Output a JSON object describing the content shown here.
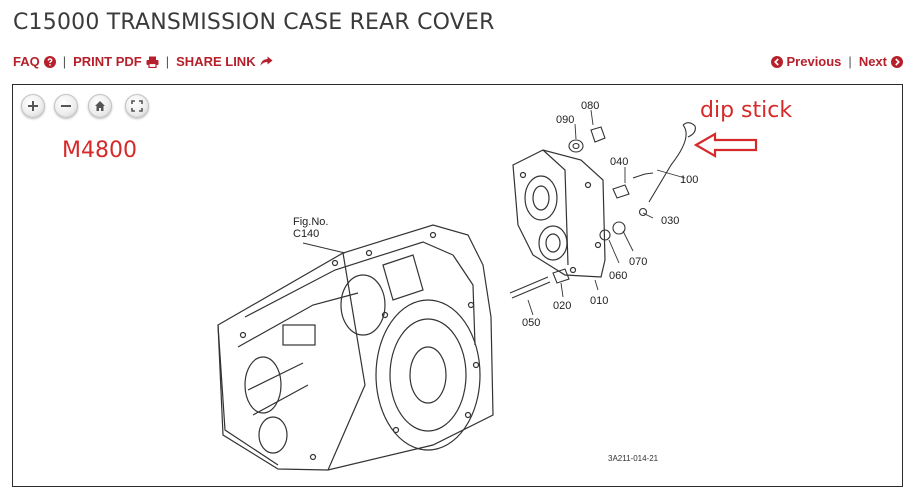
{
  "page": {
    "title": "C15000 TRANSMISSION CASE REAR COVER"
  },
  "toolbar": {
    "faq_label": "FAQ",
    "print_label": "PRINT PDF",
    "share_label": "SHARE LINK",
    "separator": "|",
    "previous_label": "Previous",
    "next_label": "Next"
  },
  "viewer": {
    "zoom_controls": [
      {
        "name": "zoom-in-button",
        "icon": "plus-icon"
      },
      {
        "name": "zoom-out-button",
        "icon": "minus-icon"
      },
      {
        "name": "home-button",
        "icon": "home-icon"
      },
      {
        "name": "fullscreen-button",
        "icon": "fullscreen-icon"
      }
    ],
    "annotation_model": "M4800",
    "annotation_dipstick": "dip stick"
  },
  "diagram": {
    "fig_no_label": "Fig.No.",
    "fig_no_value": "C140",
    "drawing_code": "3A211-014-21",
    "parts": [
      "080",
      "090",
      "040",
      "100",
      "030",
      "070",
      "060",
      "010",
      "020",
      "050"
    ]
  },
  "colors": {
    "accent": "#b5202b",
    "annotation": "#d62a2a"
  }
}
